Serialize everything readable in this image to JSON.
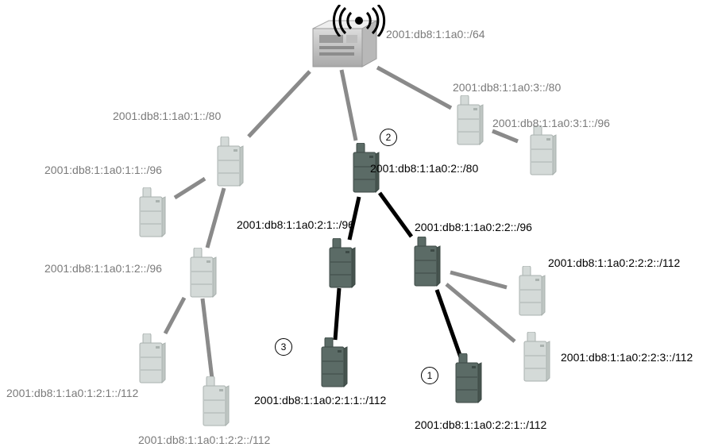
{
  "colors": {
    "active": "#000000",
    "inactive": "#8a8a8a",
    "device_active": "#5b6b66",
    "device_inactive": "#d4dad8"
  },
  "router": {
    "prefix": "2001:db8:1:1a0::/64"
  },
  "markers": {
    "one": "1",
    "two": "2",
    "three": "3"
  },
  "nodes": {
    "n1": "2001:db8:1:1a0:1::/80",
    "n11": "2001:db8:1:1a0:1:1::/96",
    "n12": "2001:db8:1:1a0:1:2::/96",
    "n121": "2001:db8:1:1a0:1:2:1::/112",
    "n122": "2001:db8:1:1a0:1:2:2::/112",
    "n2": "2001:db8:1:1a0:2::/80",
    "n21": "2001:db8:1:1a0:2:1::/96",
    "n211": "2001:db8:1:1a0:2:1:1::/112",
    "n22": "2001:db8:1:1a0:2:2::/96",
    "n221": "2001:db8:1:1a0:2:2:1::/112",
    "n222": "2001:db8:1:1a0:2:2:2::/112",
    "n223": "2001:db8:1:1a0:2:2:3::/112",
    "n3": "2001:db8:1:1a0:3::/80",
    "n31": "2001:db8:1:1a0:3:1::/96"
  }
}
